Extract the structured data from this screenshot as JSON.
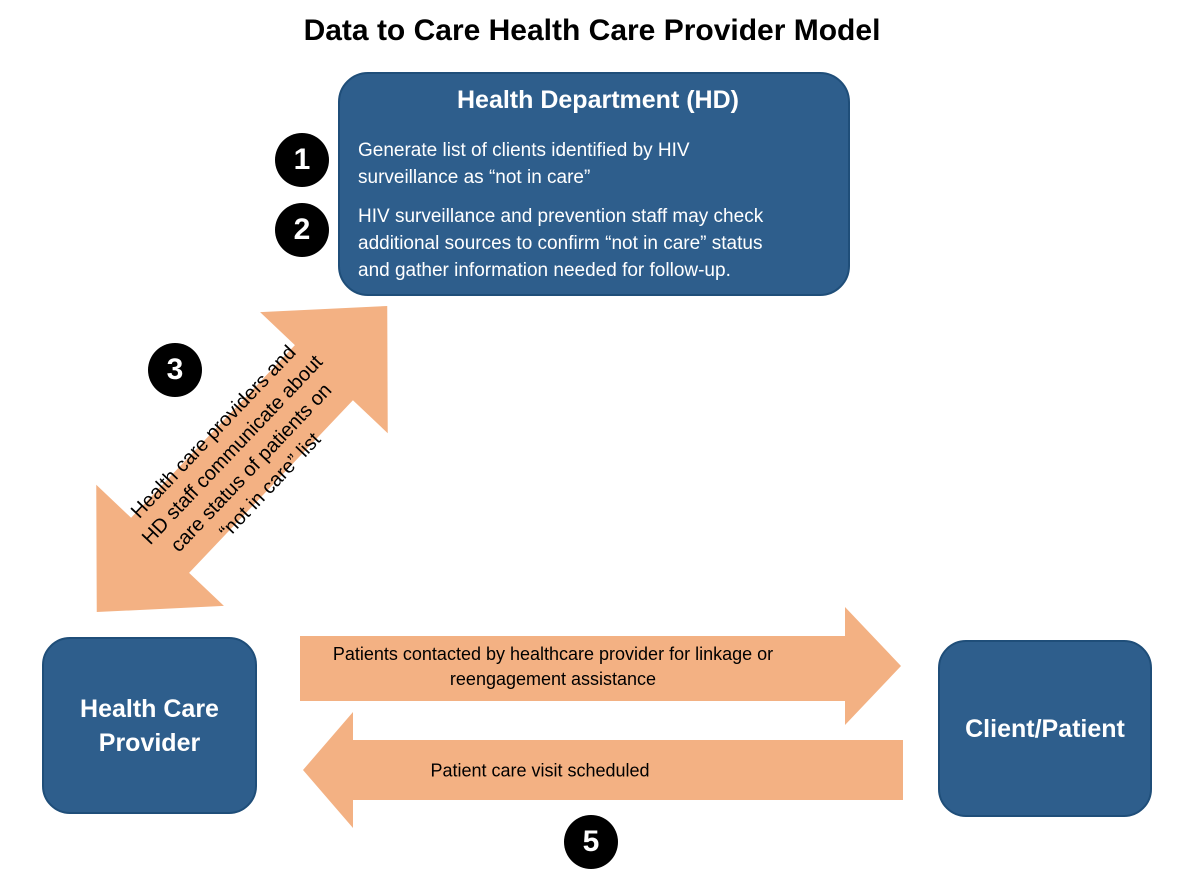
{
  "title": "Data to Care Health Care Provider Model",
  "colors": {
    "box_blue": "#2e5e8c",
    "box_border": "#1f4e79",
    "arrow_orange": "#f3b183",
    "badge_bg": "#000000",
    "badge_text": "#ffffff",
    "box_text": "#ffffff",
    "diagram_text": "#000000"
  },
  "health_department": {
    "heading": "Health Department (HD)",
    "badge1": "1",
    "step1_lines": [
      "Generate list of clients identified by HIV",
      "surveillance as “not in care”"
    ],
    "badge2": "2",
    "step2_lines": [
      "HIV surveillance and prevention staff may check",
      "additional sources to confirm “not in care” status",
      "and gather information needed for follow-up."
    ]
  },
  "diagonal_arrow": {
    "badge": "3",
    "lines": [
      "Health care providers and",
      "HD staff communicate about",
      "care status of patients on",
      "“not in care” list"
    ]
  },
  "top_arrow": {
    "lines": [
      "Patients contacted by healthcare provider for linkage or",
      "reengagement assistance"
    ]
  },
  "bottom_arrow": {
    "badge": "5",
    "label": "Patient care visit scheduled"
  },
  "provider_box": {
    "lines": [
      "Health Care",
      "Provider"
    ]
  },
  "client_box": {
    "label": "Client/Patient"
  }
}
